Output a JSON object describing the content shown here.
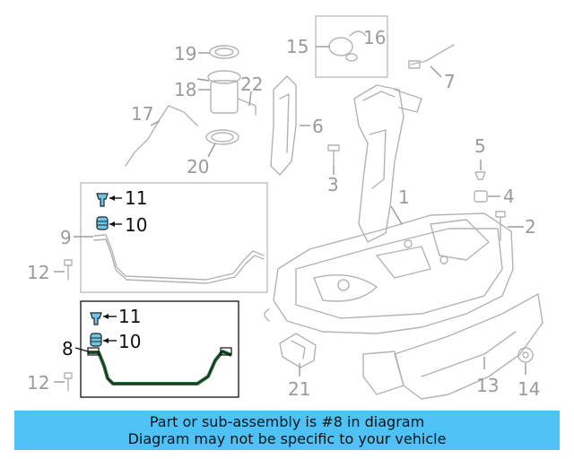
{
  "callouts": {
    "c1": "1",
    "c2": "2",
    "c3": "3",
    "c4": "4",
    "c5": "5",
    "c6": "6",
    "c7": "7",
    "c8": "8",
    "c9": "9",
    "c10a": "10",
    "c10b": "10",
    "c11a": "11",
    "c11b": "11",
    "c12a": "12",
    "c12b": "12",
    "c13": "13",
    "c14": "14",
    "c15": "15",
    "c16": "16",
    "c17": "17",
    "c18": "18",
    "c19": "19",
    "c20": "20",
    "c21": "21",
    "c22": "22"
  },
  "banner": {
    "line1": "Part or sub-assembly is #8 in diagram",
    "line2": "Diagram may not be specific to your vehicle"
  },
  "colors": {
    "banner_bg": "#4ec2f5",
    "highlight": "#2a6b3a",
    "accent_part": "#6ec6e6",
    "part_outline": "#b3b3b3"
  },
  "icons": [
    "bolt-icon",
    "nut-icon",
    "strap-icon",
    "tank-icon"
  ]
}
